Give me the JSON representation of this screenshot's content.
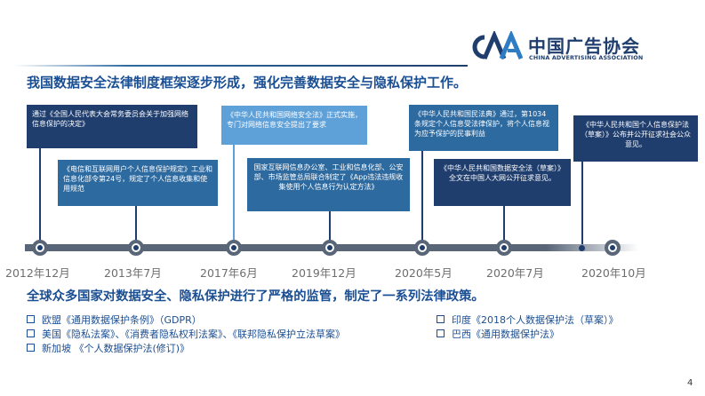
{
  "logo": {
    "mark": "CAA",
    "name_cn": "中国广告协会",
    "name_en": "CHINA ADVERTISING ASSOCIATION"
  },
  "headline": "我国数据安全法律制度框架逐步形成，强化完善数据安全与隐私保护工作。",
  "events": {
    "e1": "通过《全国人民代表大会常务委员会关于加强网络信息保护的决定》",
    "e2": "《电信和互联网用户个人信息保护规定》工业和信息化部令第24号，规定了个人信息收集和使用规范",
    "e3": "《中华人民共和国网络安全法》正式实施，专门对网络信息安全提出了要求",
    "e4": "国家互联网信息办公室、工业和信息化部、公安部、市场监管总局联合制定了《App违法违规收集使用个人信息行为认定方法》",
    "e5": "《中华人民共和国民法典》通过，第1034条规定个人信息受法律保护，将个人信息视为应予保护的民事利益",
    "e6": "《中华人民共和国数据安全法（草案）》全文在中国人大网公开征求意见。",
    "e7": "《中华人民共和国个人信息保护法（草案）》公布并公开征求社会公众意见。"
  },
  "dates": [
    "2012年12月",
    "2013年7月",
    "2017年6月",
    "2019年12月",
    "2020年5月",
    "2020年7月",
    "2020年10月"
  ],
  "subheadline": "全球众多国家对数据安全、隐私保护进行了严格的监管，制定了一系列法律政策。",
  "laws_left": [
    "欧盟《通用数据保护条例》（GDPR）",
    "美国《隐私法案》、《消费者隐私权利法案》、《联邦隐私保护立法草案》",
    "新加坡 《个人数据保护法(修订)》"
  ],
  "laws_right": [
    "印度《2018个人数据保护法（草案）》",
    "巴西《通用数据保护法》"
  ],
  "page_number": "4",
  "colors": {
    "dark_navy": "#1f3e6e",
    "mid_blue": "#2d6aa0",
    "light_blue": "#5ea0d8",
    "text_blue": "#1b4f93",
    "timeline_gray": "#596678"
  }
}
